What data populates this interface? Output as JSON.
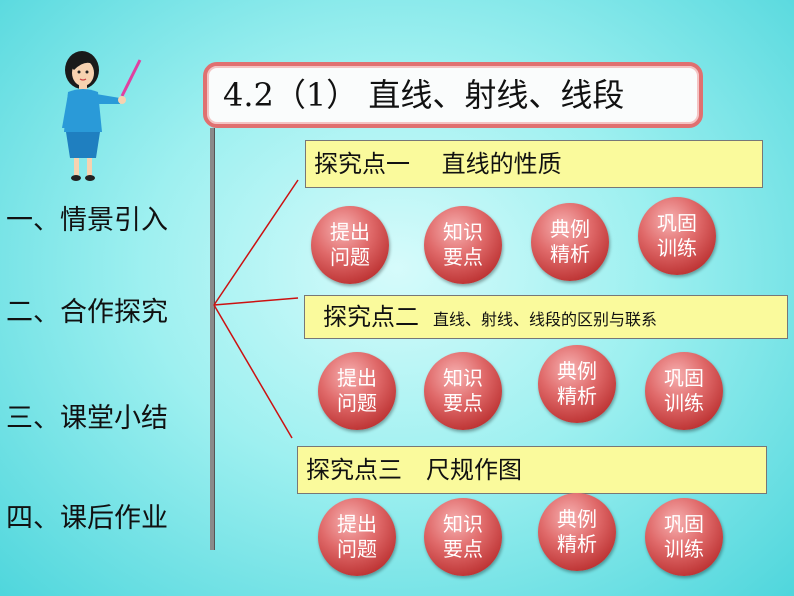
{
  "title": "4.2（1） 直线、射线、线段",
  "nav": [
    {
      "label": "一、情景引入"
    },
    {
      "label": "二、合作探究"
    },
    {
      "label": "三、课堂小结"
    },
    {
      "label": "四、课后作业"
    }
  ],
  "sections": [
    {
      "main": "探究点一　 直线的性质",
      "sub": ""
    },
    {
      "main": "探究点二",
      "sub": "直线、射线、线段的区别与联系"
    },
    {
      "main": "探究点三　尺规作图",
      "sub": ""
    }
  ],
  "circle_labels": [
    "提出问题",
    "知识要点",
    "典例精析",
    "巩固训练"
  ],
  "colors": {
    "background": "#9ef0f0",
    "section_box": "#fafa9c",
    "title_border": "#e07070",
    "circle": "#d85a5a",
    "connector": "#cc1111"
  },
  "icons": {
    "teacher": "teacher-pointer-illustration"
  }
}
